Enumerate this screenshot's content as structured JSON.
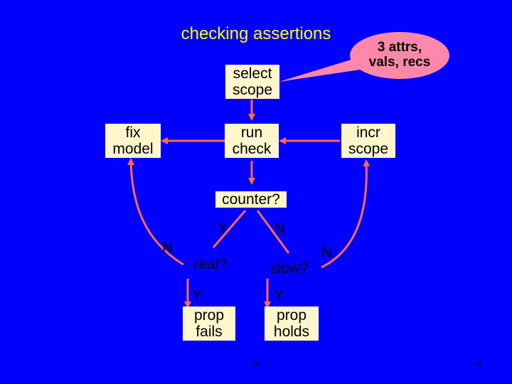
{
  "title": "checking assertions",
  "bubble": {
    "text": "3 attrs,\nvals, recs"
  },
  "nodes": {
    "select_scope": "select\nscope",
    "fix_model": "fix\nmodel",
    "run_check": "run\ncheck",
    "incr_scope": "incr\nscope",
    "counter": "counter?",
    "real": "real?",
    "slow": "slow?",
    "prop_fails": "prop\nfails",
    "prop_holds": "prop\nholds"
  },
  "edge_labels": {
    "counter_y": "Y",
    "counter_n": "N",
    "real_n": "N",
    "slow_n": "N",
    "real_y": "Y",
    "slow_y": "Y"
  },
  "page_numbers": [
    "16",
    "16"
  ],
  "colors": {
    "background": "#0000ff",
    "title": "#ffff00",
    "box": "#fff6cc",
    "arrow": "#ff6a4d",
    "bubble": "#ff88aa"
  }
}
